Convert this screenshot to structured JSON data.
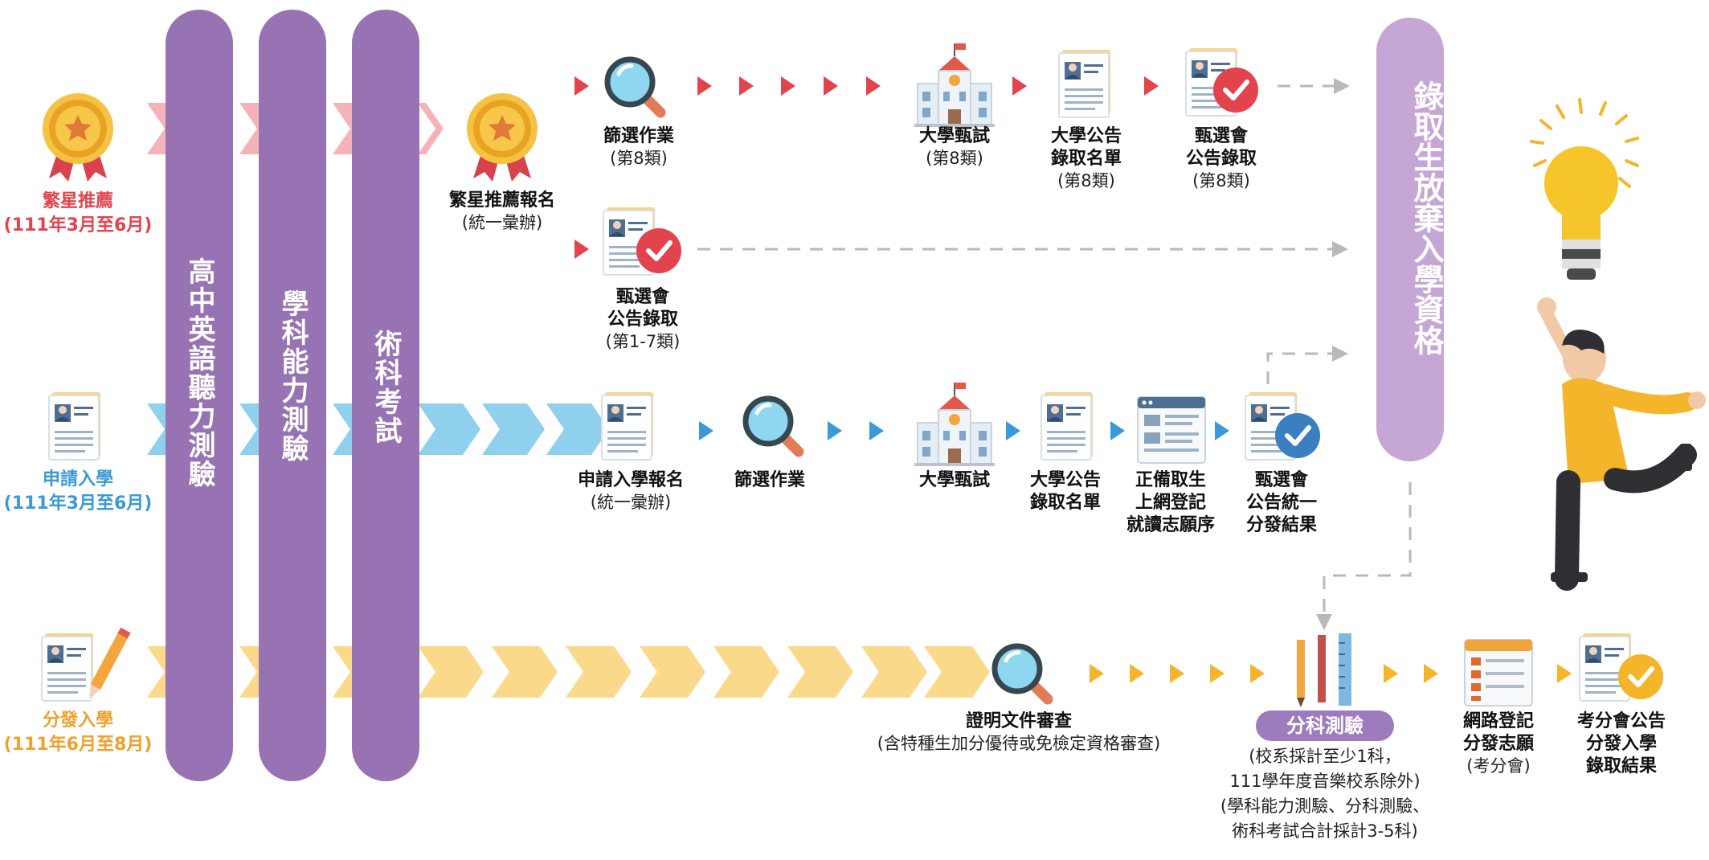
{
  "colors": {
    "star_route": "#e2434d",
    "star_chevron": "#f4b3b9",
    "apply_route": "#3a9ad9",
    "apply_chevron": "#8fd0ec",
    "distribute_route": "#f4b52b",
    "distribute_chevron": "#fbd98a",
    "exam_pill": "#9873b3",
    "abandon_pill": "#c6a6d4",
    "dashed": "#b9b9b9"
  },
  "routes": {
    "star": {
      "name": "繁星推薦",
      "period": "(111年3月至6月)"
    },
    "apply": {
      "name": "申請入學",
      "period": "(111年3月至6月)"
    },
    "distribute": {
      "name": "分發入學",
      "period": "(111年6月至8月)"
    }
  },
  "exams": [
    {
      "label": "高中英語聽力測驗"
    },
    {
      "label": "學科能力測驗"
    },
    {
      "label": "術科考試"
    }
  ],
  "abandon_label": "錄取生放棄入學資格",
  "star_steps": {
    "register": {
      "title": "繁星推薦報名",
      "sub": "(統一彙辦)"
    },
    "screening": {
      "title": "篩選作業",
      "sub": "(第8類)"
    },
    "interview": {
      "title": "大學甄試",
      "sub": "(第8類)"
    },
    "announce": {
      "title_1": "大學公告",
      "title_2": "錄取名單",
      "sub": "(第8類)"
    },
    "admit8": {
      "title_1": "甄選會",
      "title_2": "公告錄取",
      "sub": "(第8類)"
    },
    "admit17": {
      "title_1": "甄選會",
      "title_2": "公告錄取",
      "sub": "(第1-7類)"
    }
  },
  "apply_steps": {
    "register": {
      "title": "申請入學報名",
      "sub": "(統一彙辦)"
    },
    "screening": {
      "title": "篩選作業"
    },
    "interview": {
      "title": "大學甄試"
    },
    "announce": {
      "title_1": "大學公告",
      "title_2": "錄取名單"
    },
    "online": {
      "title_1": "正備取生",
      "title_2": "上網登記",
      "title_3": "就讀志願序"
    },
    "result": {
      "title_1": "甄選會",
      "title_2": "公告統一",
      "title_3": "分發結果"
    }
  },
  "dist_steps": {
    "review": {
      "title": "證明文件審查",
      "sub": "(含特種生加分優待或免檢定資格審查)"
    },
    "subject_exam": {
      "badge": "分科測驗",
      "notes": [
        "(校系採計至少1科，",
        "111學年度音樂校系除外)",
        "(學科能力測驗、分科測驗、",
        "術科考試合計採計3-5科)"
      ]
    },
    "online": {
      "title_1": "網路登記",
      "title_2": "分發志願",
      "sub": "(考分會)"
    },
    "result": {
      "title_1": "考分會公告",
      "title_2": "分發入學",
      "title_3": "錄取結果"
    }
  }
}
